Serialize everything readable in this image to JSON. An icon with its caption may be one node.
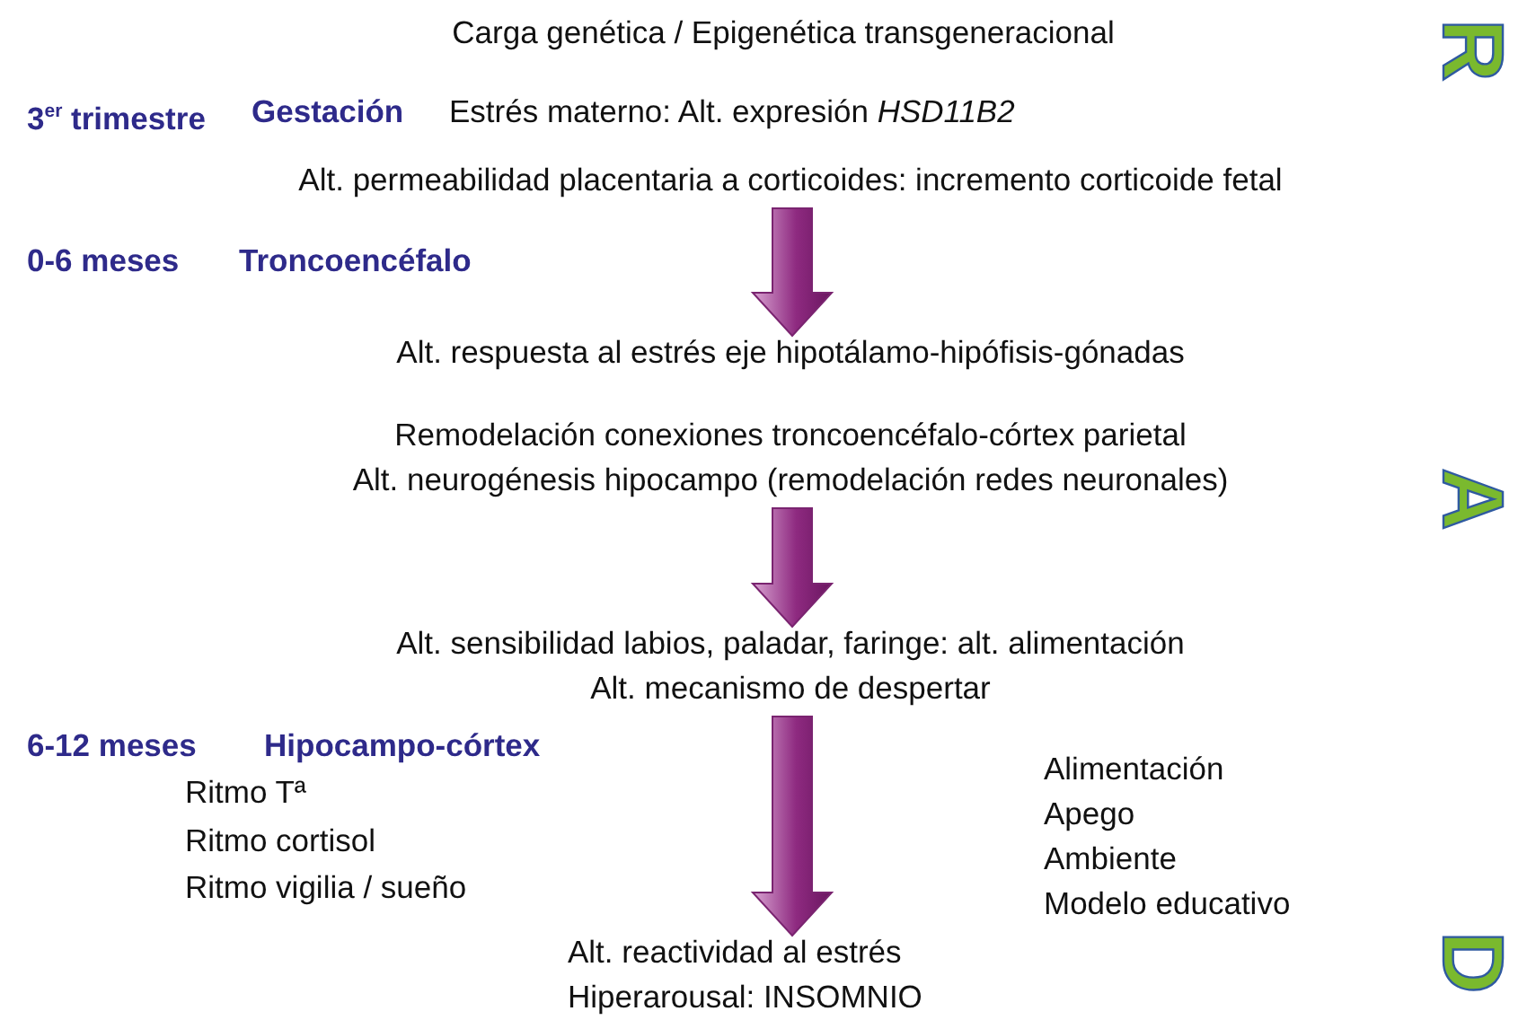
{
  "diagram": {
    "nodes": [
      {
        "text": [
          "Carga genética / Epigenética transgeneracional"
        ]
      },
      {
        "text": [
          "Estrés materno: Alt. expresión *HSD11B2*"
        ]
      },
      {
        "text": [
          "Alt. permeabilidad placentaria a corticoides: incremento corticoide fetal"
        ]
      },
      {
        "text": [
          "Alt. respuesta al estrés eje hipotálamo-hipófisis-gónadas"
        ]
      },
      {
        "text": [
          "Remodelación conexiones troncoencéfalo-córtex parietal",
          "Alt. neurogénesis hipocampo (remodelación redes neuronales)"
        ]
      },
      {
        "text": [
          "Alt. sensibilidad labios, paladar, faringe: alt. alimentación",
          "Alt. mecanismo de despertar"
        ]
      },
      {
        "text": [
          "Alt. reactividad al estrés",
          "Hiperarousal: INSOMNIO"
        ]
      }
    ],
    "edges": [
      {
        "from": 2,
        "to": 3,
        "arrow": "to"
      },
      {
        "from": 4,
        "to": 5,
        "arrow": "to"
      },
      {
        "from": 5,
        "to": 6,
        "arrow": "to"
      }
    ],
    "labels": [
      "R",
      "3$^{er}$ trimestre",
      "Gestación",
      "0-6 meses",
      "Troncoencéfalo",
      "A",
      "6-12 meses",
      "Hipocampo-córtex",
      "Ritmo Tª",
      "Ritmo cortisol",
      "Ritmo vigilia / sueño",
      "Alimentación",
      "Apego",
      "Ambiente",
      "Modelo educativo",
      "D"
    ]
  }
}
